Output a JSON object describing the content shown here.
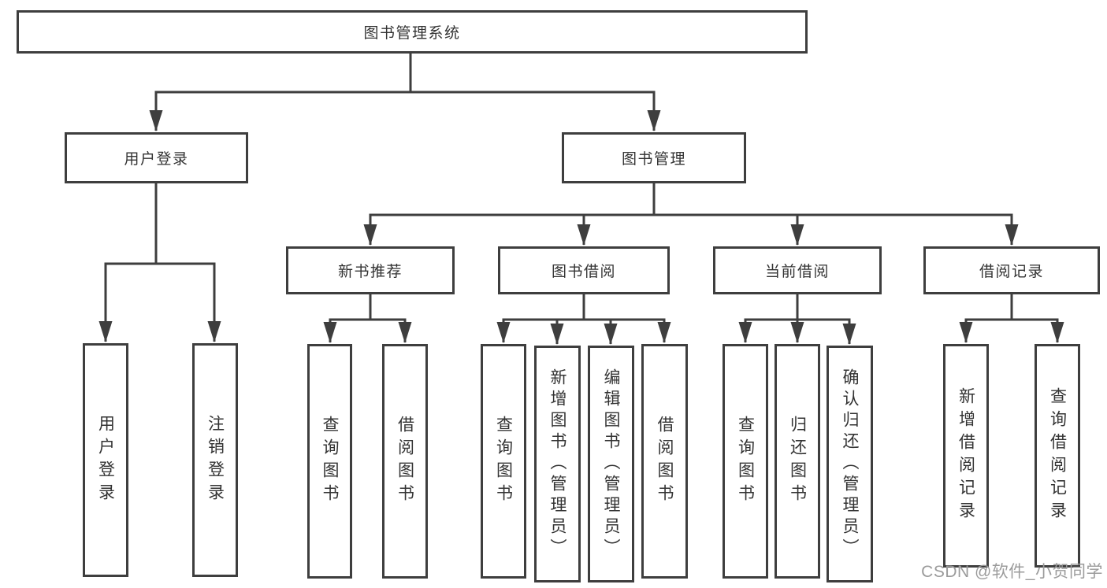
{
  "tree": {
    "label": "图书管理系统",
    "children": [
      {
        "label": "用户登录",
        "children": [
          {
            "label": "用户登录"
          },
          {
            "label": "注销登录"
          }
        ]
      },
      {
        "label": "图书管理",
        "children": [
          {
            "label": "新书推荐",
            "children": [
              {
                "label": "查询图书"
              },
              {
                "label": "借阅图书"
              }
            ]
          },
          {
            "label": "图书借阅",
            "children": [
              {
                "label": "查询图书"
              },
              {
                "label": "新增图书（管理员）"
              },
              {
                "label": "编辑图书（管理员）"
              },
              {
                "label": "借阅图书"
              }
            ]
          },
          {
            "label": "当前借阅",
            "children": [
              {
                "label": "查询图书"
              },
              {
                "label": "归还图书"
              },
              {
                "label": "确认归还（管理员）"
              }
            ]
          },
          {
            "label": "借阅记录",
            "children": [
              {
                "label": "新增借阅记录"
              },
              {
                "label": "查询借阅记录"
              }
            ]
          }
        ]
      }
    ]
  },
  "watermark": "CSDN @软件_小贺同学",
  "colors": {
    "line": "#3e3e3e",
    "box_border": "#3e3e3e",
    "box_fill": "#ffffff",
    "text": "#333333",
    "watermark": "#9b9b9b",
    "background": "#ffffff"
  }
}
